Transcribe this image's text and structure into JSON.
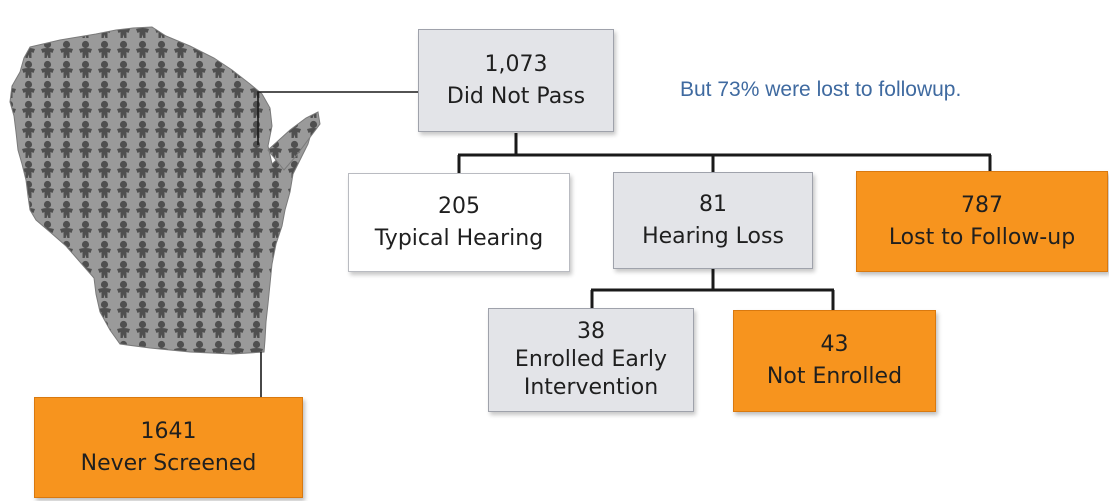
{
  "colors": {
    "orange": "#f7941e",
    "gray_box": "#e3e4e8",
    "note_text": "#3f6aa0",
    "map_fill": "#8c8c8c",
    "figure_icon": "#555555"
  },
  "map": {
    "icon": "baby-figure-icon",
    "region": "wisconsin-state-silhouette"
  },
  "nodes": {
    "did_not_pass": {
      "count": "1,073",
      "label": "Did Not Pass"
    },
    "typical_hearing": {
      "count": "205",
      "label": "Typical Hearing"
    },
    "hearing_loss": {
      "count": "81",
      "label": "Hearing Loss"
    },
    "lost_to_followup": {
      "count": "787",
      "label": "Lost to Follow-up"
    },
    "enrolled": {
      "count": "38",
      "label_line1": "Enrolled Early",
      "label_line2": "Intervention"
    },
    "not_enrolled": {
      "count": "43",
      "label": "Not Enrolled"
    },
    "never_screened": {
      "count": "1641",
      "label": "Never Screened"
    }
  },
  "note": "But 73% were lost to followup."
}
